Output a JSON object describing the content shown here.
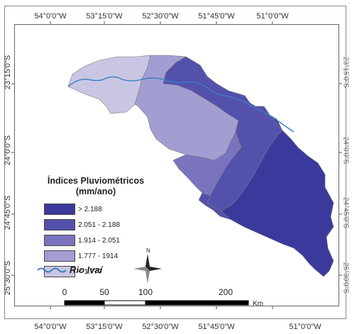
{
  "map": {
    "top_ticks": [
      "54°0'0\"W",
      "53°15'0\"W",
      "52°30'0\"W",
      "51°45'0\"W",
      "51°0'0\"W"
    ],
    "bottom_ticks": [
      "54°0'0\"W",
      "53°15'0\"W",
      "52°30'0\"W",
      "51°45'0\"W",
      "51°0'0\"W"
    ],
    "left_ticks": [
      "23°15'0\"S",
      "24°0'0\"S",
      "24°45'0\"S",
      "25°30'0\"S"
    ],
    "right_ticks": [
      "23°15'0\"S",
      "24°0'0\"S",
      "24°45'0\"S",
      "25°30'0\"S"
    ]
  },
  "legend": {
    "title_line1": "Índices Pluviométricos",
    "title_line2": "(mm/ano)",
    "classes": [
      {
        "label": "> 2.188",
        "color": "#3b3a9c"
      },
      {
        "label": "2.051 - 2.188",
        "color": "#5451ad"
      },
      {
        "label": "1.914 - 2.051",
        "color": "#7a74bf"
      },
      {
        "label": "1.777 - 1914",
        "color": "#a39ed2"
      },
      {
        "label": "< 1.777",
        "color": "#c9c6e4"
      }
    ],
    "river_label": "Rio Ivaí",
    "river_color": "#3b7fc4"
  },
  "north_arrow": {
    "label": "N"
  },
  "scale_bar": {
    "labels": [
      "0",
      "50",
      "100",
      "200"
    ],
    "unit": "Km"
  }
}
